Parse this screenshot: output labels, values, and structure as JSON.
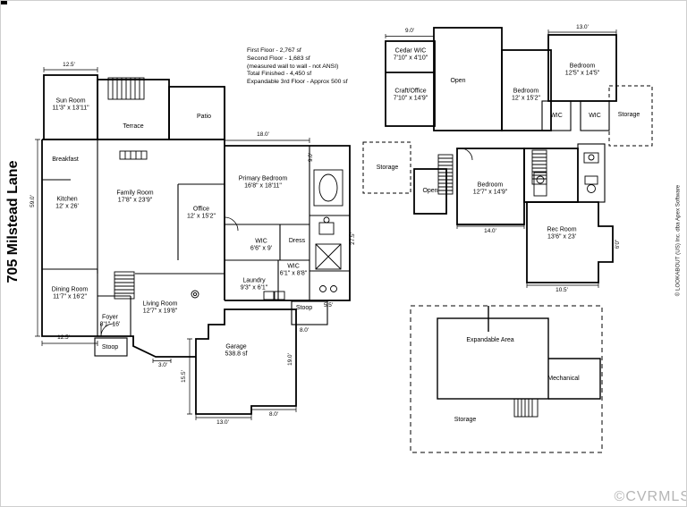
{
  "page": {
    "title_vertical": "705 Milstead Lane",
    "copyright_vertical": "© LOOKABOUT (US) Inc. dba Apex Software",
    "watermark": "©CVRMLS"
  },
  "summary": {
    "lines": [
      "First Floor - 2,767 sf",
      "Second Floor - 1,683 sf",
      "(measured wall to wall - not ANSI)",
      "Total Finished - 4,450 sf",
      "Expandable 3rd Floor - Approx 500 sf"
    ]
  },
  "first_floor": {
    "rooms": {
      "sun_room": {
        "name": "Sun Room",
        "dims": "11'3\" x 13'11\""
      },
      "terrace": {
        "name": "Terrace"
      },
      "patio": {
        "name": "Patio"
      },
      "breakfast": {
        "name": "Breakfast"
      },
      "kitchen": {
        "name": "Kitchen",
        "dims": "12' x 26'"
      },
      "family_room": {
        "name": "Family Room",
        "dims": "17'8\" x 23'9\""
      },
      "office": {
        "name": "Office",
        "dims": "12' x 15'2\""
      },
      "primary_bedroom": {
        "name": "Primary Bedroom",
        "dims": "16'8\" x 18'11\""
      },
      "wic_primary": {
        "name": "WIC",
        "dims": "6'6\" x 9'"
      },
      "dress": {
        "name": "Dress"
      },
      "laundry": {
        "name": "Laundry",
        "dims": "9'3\" x 6'1\""
      },
      "wic_hall": {
        "name": "WIC",
        "dims": "6'1\" x 8'8\""
      },
      "dining_room": {
        "name": "Dining Room",
        "dims": "11'7\" x 16'2\""
      },
      "foyer": {
        "name": "Foyer",
        "dims": "8'1\" 16'"
      },
      "living_room": {
        "name": "Living Room",
        "dims": "12'7\" x 19'8\""
      },
      "stoop_side": {
        "name": "Stoop"
      },
      "stoop_front": {
        "name": "Stoop"
      },
      "garage": {
        "name": "Garage",
        "dims": "538.8 sf"
      }
    },
    "dims": {
      "sun_top": "12.5'",
      "left_side": "59.0'",
      "dining_bottom": "12.5'",
      "primary_top": "18.0'",
      "bath_side": "9.0'",
      "suite_right": "27.5'",
      "stoop_width": "5.5'",
      "stoop_depth": "8.0'",
      "step": "3.0'",
      "garage_left": "15.5'",
      "garage_right": "19.0'",
      "garage_bottom": "13.0'",
      "garage_bottom_right": "8.0'"
    }
  },
  "second_floor": {
    "rooms": {
      "cedar_wic": {
        "name": "Cedar WIC",
        "dims": "7'10\" x 4'10\""
      },
      "craft_office": {
        "name": "Craft/Office",
        "dims": "7'10\" x 14'9\""
      },
      "open_large": {
        "name": "Open"
      },
      "bedroom_center": {
        "name": "Bedroom",
        "dims": "12' x 15'2\""
      },
      "bedroom_right": {
        "name": "Bedroom",
        "dims": "12'5\" x 14'5\""
      },
      "wic_left": {
        "name": "WIC"
      },
      "wic_right": {
        "name": "WIC"
      },
      "storage_right": {
        "name": "Storage"
      },
      "storage_left": {
        "name": "Storage"
      },
      "open_small": {
        "name": "Open"
      },
      "bedroom_main": {
        "name": "Bedroom",
        "dims": "12'7\" x 14'9\""
      },
      "rec_room": {
        "name": "Rec Room",
        "dims": "13'6\" x 23'"
      }
    },
    "dims": {
      "cedar_top": "9.0'",
      "bedroom_right_top": "13.0'",
      "bedroom_main_bottom": "14.0'",
      "rec_bottom": "10.5'",
      "rec_right": "6'0\""
    }
  },
  "expandable_area": {
    "rooms": {
      "expandable": {
        "name": "Expandable Area"
      },
      "mechanical": {
        "name": "Mechanical"
      },
      "storage": {
        "name": "Storage"
      }
    }
  }
}
